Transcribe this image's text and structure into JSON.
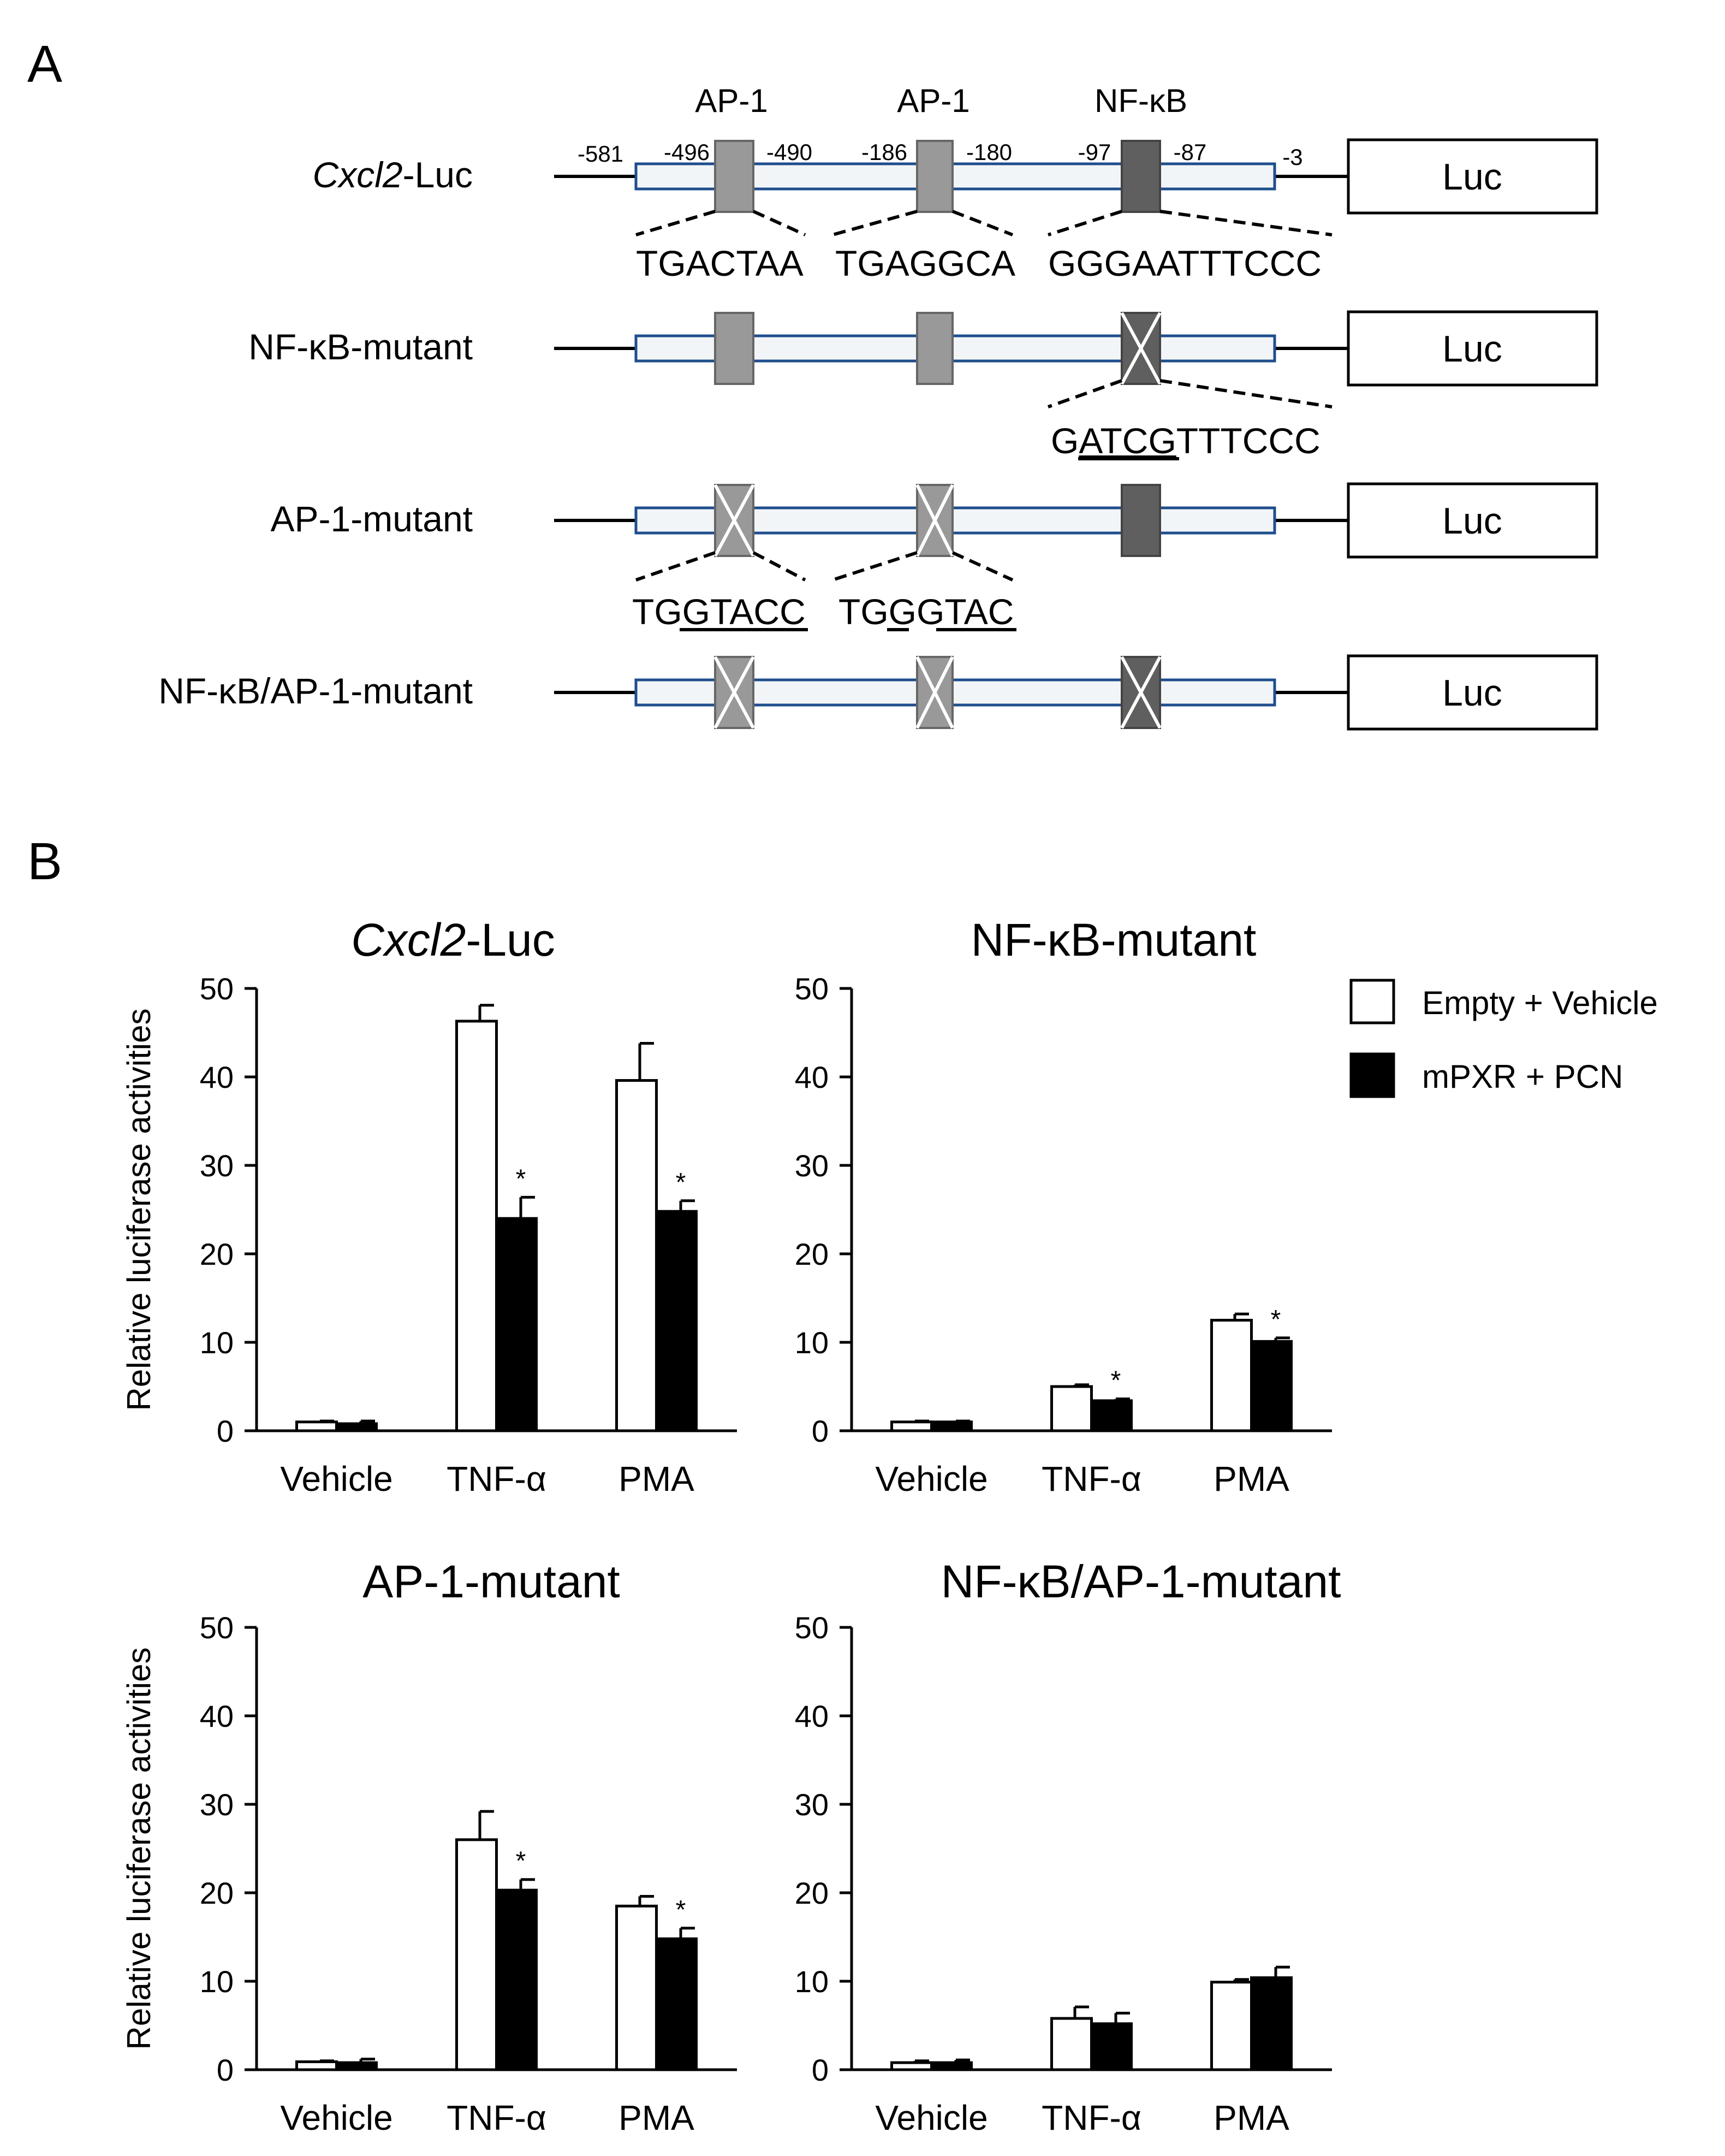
{
  "panel_a": {
    "letter": "A",
    "site_labels": [
      "AP-1",
      "AP-1",
      "NF-κB"
    ],
    "positions": [
      "-581",
      "-496",
      "-490",
      "-186",
      "-180",
      "-97",
      "-87",
      "-3"
    ],
    "luc_label": "Luc",
    "constructs": [
      {
        "label_italic": "Cxcl2",
        "label_rest": "-Luc",
        "mutated": [
          false,
          false,
          false
        ]
      },
      {
        "label_italic": "",
        "label_rest": "NF-κB-mutant",
        "mutated": [
          false,
          false,
          true
        ]
      },
      {
        "label_italic": "",
        "label_rest": "AP-1-mutant",
        "mutated": [
          true,
          true,
          false
        ]
      },
      {
        "label_italic": "",
        "label_rest": "NF-κB/AP-1-mutant",
        "mutated": [
          true,
          true,
          true
        ]
      }
    ],
    "wt_sequences": [
      "TGACTAA",
      "TGAGGCA",
      "GGGAATTTCCC"
    ],
    "nfkb_mut_sequence": {
      "pre": "G",
      "mut": "ATCG",
      "post": "TTTCCC"
    },
    "ap1_mut_sequences": [
      {
        "pre": "TG",
        "mut": "GTACC",
        "post": ""
      },
      {
        "pre": "TG",
        "mut": "GGTAC",
        "post": ""
      }
    ],
    "colors": {
      "region_fill": "#f2f5f8",
      "region_stroke": "#1f4e8c",
      "ap1_box": "#999999",
      "nfkb_box": "#5f5f5f"
    }
  },
  "panel_b": {
    "letter": "B",
    "ylabel": "Relative luciferase activities",
    "legend": [
      "Empty + Vehicle",
      "mPXR + PCN"
    ],
    "significance_mark": "*"
  },
  "chart_data": [
    {
      "type": "bar",
      "title_italic": "Cxcl2",
      "title_rest": "-Luc",
      "categories": [
        "Vehicle",
        "TNF-α",
        "PMA"
      ],
      "ylim": [
        0,
        50
      ],
      "yticks": [
        0,
        10,
        20,
        30,
        40,
        50
      ],
      "ylabel": "Relative luciferase activities",
      "series": [
        {
          "name": "Empty + Vehicle",
          "values": [
            1.0,
            46.3,
            39.6
          ],
          "errors": [
            0.1,
            1.8,
            4.2
          ],
          "fill": "#ffffff"
        },
        {
          "name": "mPXR + PCN",
          "values": [
            0.8,
            24.0,
            24.8
          ],
          "errors": [
            0.3,
            2.4,
            1.2
          ],
          "fill": "#000000"
        }
      ],
      "significant": [
        false,
        true,
        true
      ]
    },
    {
      "type": "bar",
      "title_italic": "",
      "title_rest": "NF-κB-mutant",
      "categories": [
        "Vehicle",
        "TNF-α",
        "PMA"
      ],
      "ylim": [
        0,
        50
      ],
      "yticks": [
        0,
        10,
        20,
        30,
        40,
        50
      ],
      "ylabel": "",
      "series": [
        {
          "name": "Empty + Vehicle",
          "values": [
            1.0,
            5.0,
            12.5
          ],
          "errors": [
            0.1,
            0.2,
            0.7
          ],
          "fill": "#ffffff"
        },
        {
          "name": "mPXR + PCN",
          "values": [
            1.0,
            3.4,
            10.1
          ],
          "errors": [
            0.1,
            0.2,
            0.4
          ],
          "fill": "#000000"
        }
      ],
      "significant": [
        false,
        true,
        true
      ]
    },
    {
      "type": "bar",
      "title_italic": "",
      "title_rest": "AP-1-mutant",
      "categories": [
        "Vehicle",
        "TNF-α",
        "PMA"
      ],
      "ylim": [
        0,
        50
      ],
      "yticks": [
        0,
        10,
        20,
        30,
        40,
        50
      ],
      "ylabel": "Relative luciferase activities",
      "series": [
        {
          "name": "Empty + Vehicle",
          "values": [
            0.9,
            26.0,
            18.5
          ],
          "errors": [
            0.1,
            3.2,
            1.1
          ],
          "fill": "#ffffff"
        },
        {
          "name": "mPXR + PCN",
          "values": [
            0.8,
            20.3,
            14.8
          ],
          "errors": [
            0.4,
            1.2,
            1.2
          ],
          "fill": "#000000"
        }
      ],
      "significant": [
        false,
        true,
        true
      ]
    },
    {
      "type": "bar",
      "title_italic": "",
      "title_rest": "NF-κB/AP-1-mutant",
      "categories": [
        "Vehicle",
        "TNF-α",
        "PMA"
      ],
      "ylim": [
        0,
        50
      ],
      "yticks": [
        0,
        10,
        20,
        30,
        40,
        50
      ],
      "ylabel": "",
      "series": [
        {
          "name": "Empty + Vehicle",
          "values": [
            0.8,
            5.8,
            9.9
          ],
          "errors": [
            0.2,
            1.3,
            0.3
          ],
          "fill": "#ffffff"
        },
        {
          "name": "mPXR + PCN",
          "values": [
            0.8,
            5.2,
            10.4
          ],
          "errors": [
            0.3,
            1.2,
            1.2
          ],
          "fill": "#000000"
        }
      ],
      "significant": [
        false,
        false,
        false
      ]
    }
  ]
}
